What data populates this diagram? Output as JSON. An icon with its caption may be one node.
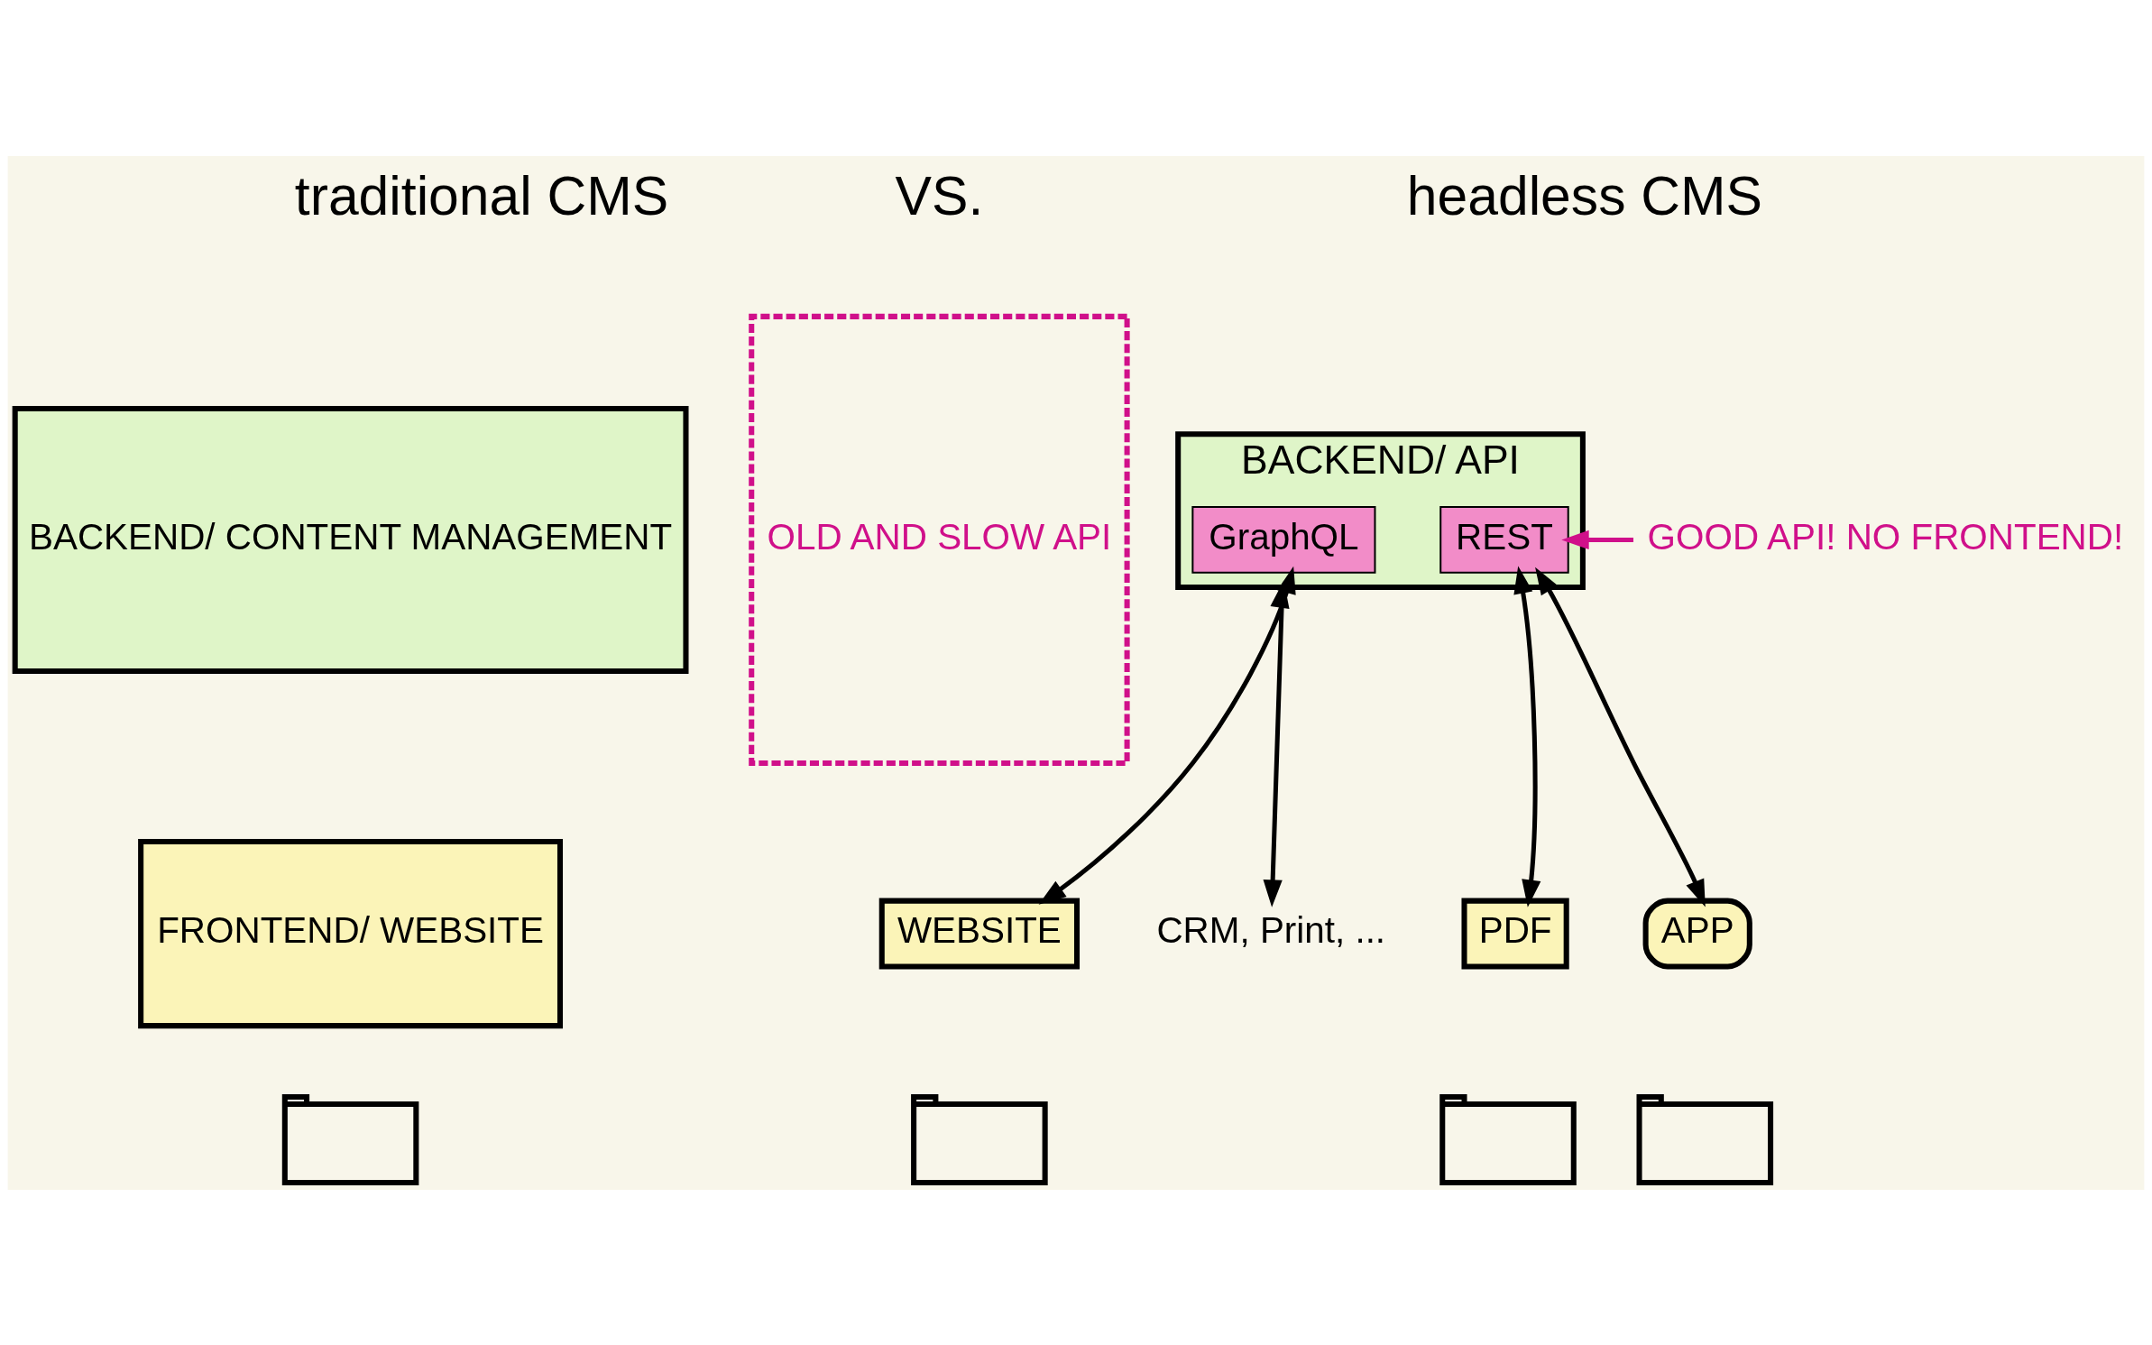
{
  "diagram": {
    "nodes": [
      {
        "text": [
          "BACKEND/ CONTENT MANAGEMENT"
        ]
      },
      {
        "text": [
          "FRONTEND/ WEBSITE"
        ]
      },
      {
        "text": [
          "OLD AND SLOW API"
        ]
      },
      {
        "text": [],
        "shape": "person"
      },
      {
        "text": [
          "BACKEND/ API"
        ]
      },
      {
        "text": [
          "GraphQL"
        ],
        "in": 4
      },
      {
        "text": [
          "REST"
        ],
        "in": 4
      },
      {
        "text": [
          "WEBSITE"
        ]
      },
      {
        "text": [
          "PDF"
        ]
      },
      {
        "text": [
          "APP"
        ]
      },
      {
        "text": [
          "CRM, Print, ..."
        ]
      },
      {
        "text": [],
        "shape": "person"
      },
      {
        "text": [],
        "shape": "person"
      },
      {
        "text": [],
        "shape": "person"
      },
      {
        "text": [
          "GOOD API! NO FRONTEND!"
        ]
      }
    ],
    "edges": [
      {
        "from": 7,
        "to": 5,
        "arrow": "both"
      },
      {
        "from": 8,
        "to": 6,
        "arrow": "both"
      },
      {
        "from": 9,
        "to": 6,
        "arrow": "both"
      },
      {
        "from": 4,
        "to": 10,
        "arrow": "both"
      },
      {
        "from": 14,
        "to": 6,
        "arrow": "to",
        "color": "#d0108a"
      }
    ],
    "labels": [
      "traditional CMS",
      "headless CMS",
      "VS."
    ]
  }
}
